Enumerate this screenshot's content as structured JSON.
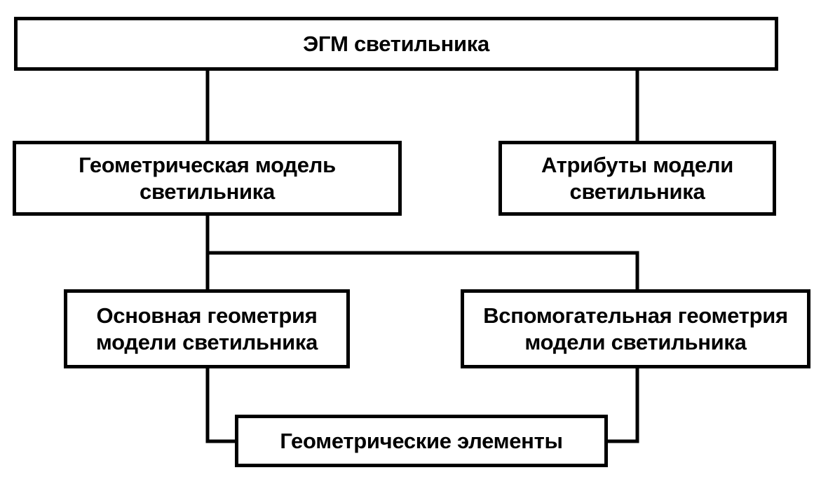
{
  "diagram": {
    "root": {
      "label": "ЭГМ светильника"
    },
    "geometric_model": {
      "label": "Геометрическая модель\nсветильника"
    },
    "attributes": {
      "label": "Атрибуты модели\nсветильника"
    },
    "main_geometry": {
      "label": "Основная геометрия\nмодели светильника"
    },
    "aux_geometry": {
      "label": "Вспомогательная геометрия\nмодели светильника"
    },
    "elements": {
      "label": "Геометрические элементы"
    }
  },
  "colors": {
    "line": "#000000",
    "background": "#ffffff"
  }
}
